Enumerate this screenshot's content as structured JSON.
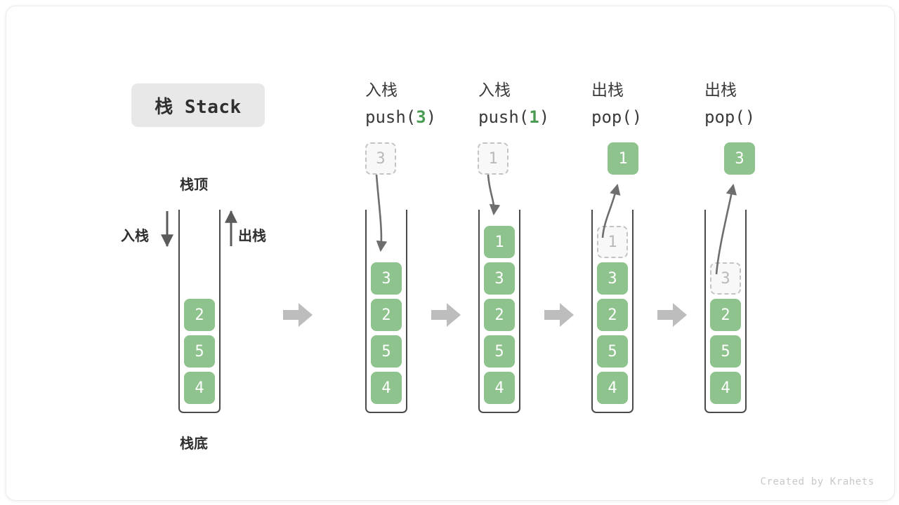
{
  "diagram": {
    "title_badge": "栈 Stack",
    "footer": "Created by Krahets",
    "labels": {
      "top": "栈顶",
      "bottom": "栈底",
      "push": "入栈",
      "pop": "出栈"
    },
    "colors": {
      "element_green": "#8ec38d",
      "ghost_fill": "#f8f8f8",
      "ghost_border": "#c4c4c4",
      "wall": "#4a4a4a",
      "chevron": "#bdbdbd",
      "accent_number": "#4a9b52",
      "badge_bg": "#e8e8e8"
    },
    "columns": [
      {
        "id": "initial",
        "header_cn": "",
        "header_code": "",
        "stack": [
          "2",
          "5",
          "4"
        ],
        "floating": null,
        "ghost_in_stack": null
      },
      {
        "id": "push-3",
        "header_cn": "入栈",
        "header_code_pre": "push(",
        "header_code_num": "3",
        "header_code_post": ")",
        "stack": [
          "3",
          "2",
          "5",
          "4"
        ],
        "floating": {
          "value": "3",
          "style": "ghost",
          "position": "above"
        },
        "arrow_direction": "down"
      },
      {
        "id": "push-1",
        "header_cn": "入栈",
        "header_code_pre": "push(",
        "header_code_num": "1",
        "header_code_post": ")",
        "stack": [
          "1",
          "3",
          "2",
          "5",
          "4"
        ],
        "floating": {
          "value": "1",
          "style": "ghost",
          "position": "above"
        },
        "arrow_direction": "down"
      },
      {
        "id": "pop-1",
        "header_cn": "出栈",
        "header_code_pre": "pop(",
        "header_code_num": "",
        "header_code_post": ")",
        "stack": [
          "1",
          "3",
          "2",
          "5",
          "4"
        ],
        "ghost_top_index": 0,
        "floating": {
          "value": "1",
          "style": "filled",
          "position": "above"
        },
        "arrow_direction": "up"
      },
      {
        "id": "pop-3",
        "header_cn": "出栈",
        "header_code_pre": "pop(",
        "header_code_num": "",
        "header_code_post": ")",
        "stack": [
          "3",
          "2",
          "5",
          "4"
        ],
        "ghost_top_index": 0,
        "floating": {
          "value": "3",
          "style": "filled",
          "position": "above"
        },
        "arrow_direction": "up"
      }
    ]
  }
}
